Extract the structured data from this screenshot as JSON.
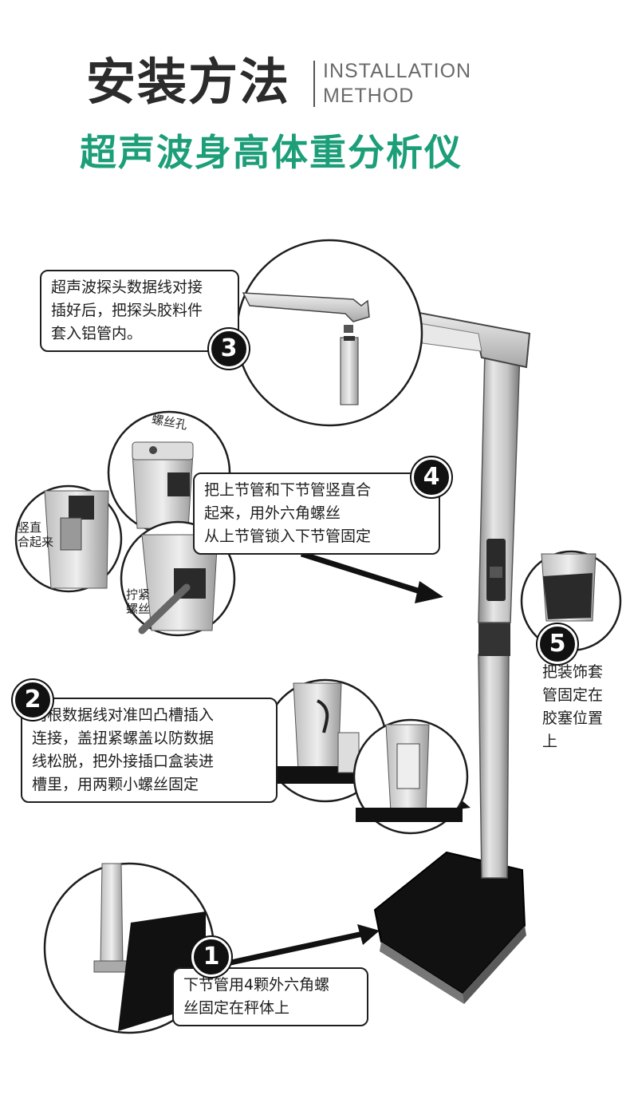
{
  "header": {
    "title_cn": "安装方法",
    "title_en_line1": "INSTALLATION",
    "title_en_line2": "METHOD",
    "subtitle": "超声波身高体重分析仪"
  },
  "steps": [
    {
      "number": "1",
      "lines": [
        "下节管用4颗外六角螺",
        "丝固定在秤体上"
      ]
    },
    {
      "number": "2",
      "lines": [
        "两根数据线对准凹凸槽插入",
        "连接，盖扭紧螺盖以防数据",
        "线松脱，把外接插口盒装进",
        "槽里，用两颗小螺丝固定"
      ]
    },
    {
      "number": "3",
      "lines": [
        "超声波探头数据线对接",
        "插好后，把探头胶料件",
        "套入铝管内。"
      ]
    },
    {
      "number": "4",
      "lines": [
        "把上节管和下节管竖直合",
        "起来，用外六角螺丝",
        "从上节管锁入下节管固定"
      ]
    },
    {
      "number": "5",
      "lines": [
        "把装饰套",
        "管固定在",
        "胶塞位置",
        "上"
      ]
    }
  ],
  "labels": {
    "screw_hole": "螺丝孔",
    "vertical_join_line1": "竖直",
    "vertical_join_line2": "合起来",
    "tighten_line1": "拧紧",
    "tighten_line2": "螺丝"
  },
  "colors": {
    "accent_green": "#1c9e78",
    "dark": "#1e1e1e",
    "pole_silver": "#c9c9c9",
    "platform_black": "#111111"
  }
}
